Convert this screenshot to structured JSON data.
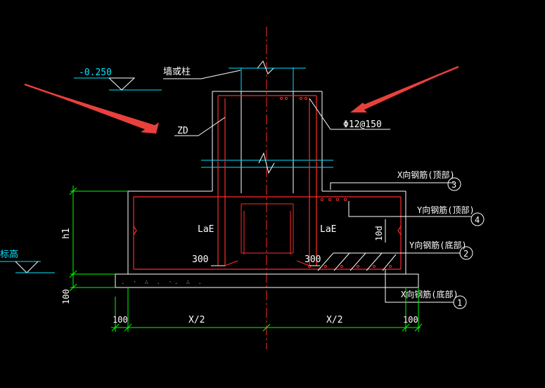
{
  "drawing": {
    "elevation_label": "-0.250",
    "wall_or_column_label": "墙或柱",
    "zd_label": "ZD",
    "stirrup_label": "Φ12@150",
    "lae_left": "LaE",
    "lae_right": "LaE",
    "dim_300_left": "300",
    "dim_300_right": "300",
    "dim_10d": "10d",
    "dim_h1": "h1",
    "dim_100_vertical": "100",
    "dim_100_left": "100",
    "dim_100_right": "100",
    "dim_x_half_left": "X/2",
    "dim_x_half_right": "X/2",
    "base_elevation_label": "标高",
    "callouts": [
      {
        "number": "3",
        "text": "X向钢筋(顶部)"
      },
      {
        "number": "4",
        "text": "Y向钢筋(顶部)"
      },
      {
        "number": "2",
        "text": "Y向钢筋(底部)"
      },
      {
        "number": "1",
        "text": "X向钢筋(底部)"
      }
    ]
  },
  "colors": {
    "background": "#000000",
    "outline": "#ffffff",
    "rebar": "#ff2a2a",
    "dimension": "#00ff00",
    "cyan": "#00e5ff",
    "annotation_arrow": "#e8413c"
  }
}
